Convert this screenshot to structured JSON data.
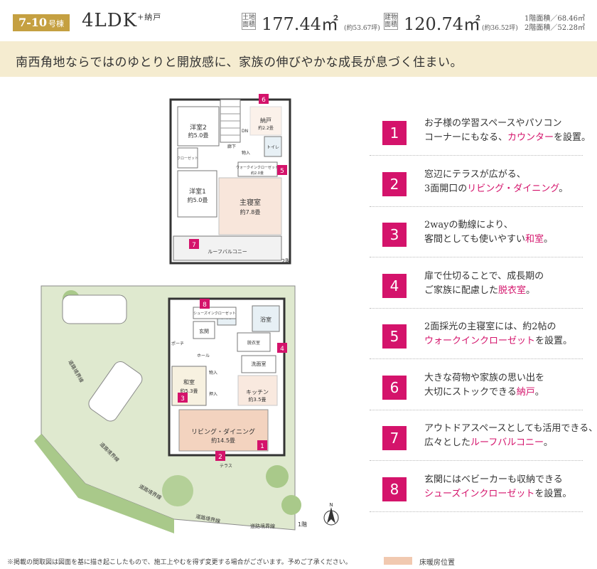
{
  "header": {
    "lot_label": "7-10",
    "lot_suffix": "号棟",
    "plan_type": "4LDK",
    "plan_extra": "+納戸",
    "land_label_1": "土地",
    "land_label_2": "面積",
    "land_area": "177.44㎡",
    "land_tsubo": "(約53.67坪)",
    "bldg_label_1": "建物",
    "bldg_label_2": "面積",
    "bldg_area": "120.74㎡",
    "bldg_tsubo": "(約36.52坪)",
    "floor1_area": "1階面積／68.46㎡",
    "floor2_area": "2階面積／52.28㎡"
  },
  "tagline": "南西角地ならではのゆとりと開放感に、家族の伸びやかな成長が息づく住まい。",
  "floor2": {
    "floor_label": "2階",
    "room_western2": "洋室2",
    "room_western2_size": "約5.0畳",
    "room_western1": "洋室1",
    "room_western1_size": "約5.0畳",
    "room_master": "主寝室",
    "room_master_size": "約7.8畳",
    "room_storage": "納戸",
    "room_storage_size": "約2.2畳",
    "closet": "クローゼット",
    "walk_in": "ウォークインクローゼット",
    "walk_in_size": "約2.0畳",
    "toilet": "トイレ",
    "hall": "廊下",
    "entry": "物入",
    "balcony": "ルーフバルコニー",
    "stair": "DN",
    "mark_6": "6",
    "mark_5": "5",
    "mark_7": "7"
  },
  "floor1": {
    "floor_label": "1階",
    "japanese_room": "和室",
    "japanese_size": "約5.3畳",
    "ldk": "リビング・ダイニング",
    "ldk_size": "約14.5畳",
    "kitchen": "キッチン",
    "kitchen_size": "約3.5畳",
    "bath": "浴室",
    "washroom": "洗面室",
    "dressing": "脱衣室",
    "entrance": "玄関",
    "hall": "ホール",
    "porch": "ポーチ",
    "terrace": "テラス",
    "shoe_closet": "シューズインクローゼット",
    "storage": "物入",
    "oshiire": "押入",
    "toilet": "トイレ",
    "road": "道路境界線",
    "mark_1": "1",
    "mark_2": "2",
    "mark_3": "3",
    "mark_4": "4",
    "mark_8": "8",
    "north": "N"
  },
  "features": [
    {
      "num": "1",
      "line1": "お子様の学習スペースやパソコン",
      "line2_pre": "コーナーにもなる、",
      "line2_em": "カウンター",
      "line2_post": "を設置。"
    },
    {
      "num": "2",
      "line1": "窓辺にテラスが広がる、",
      "line2_pre": "3面開口の",
      "line2_em": "リビング・ダイニング",
      "line2_post": "。"
    },
    {
      "num": "3",
      "line1": "2wayの動線により、",
      "line2_pre": "客間としても使いやすい",
      "line2_em": "和室",
      "line2_post": "。"
    },
    {
      "num": "4",
      "line1": "扉で仕切ることで、成長期の",
      "line2_pre": "ご家族に配慮した",
      "line2_em": "脱衣室",
      "line2_post": "。"
    },
    {
      "num": "5",
      "line1": "2面採光の主寝室には、約2帖の",
      "line2_pre": "",
      "line2_em": "ウォークインクローゼット",
      "line2_post": "を設置。"
    },
    {
      "num": "6",
      "line1": "大きな荷物や家族の思い出を",
      "line2_pre": "大切にストックできる",
      "line2_em": "納戸",
      "line2_post": "。"
    },
    {
      "num": "7",
      "line1": "アウトドアスペースとしても活用できる、",
      "line2_pre": "広々とした",
      "line2_em": "ルーフバルコニー",
      "line2_post": "。"
    },
    {
      "num": "8",
      "line1": "玄関にはベビーカーも収納できる",
      "line2_pre": "",
      "line2_em": "シューズインクローゼット",
      "line2_post": "を設置。"
    }
  ],
  "footer": {
    "note": "※掲載の間取図は図面を基に描き起こしたもので、施工上やむを得ず変更する場合がございます。予めご了承ください。",
    "legend": "床暖房位置"
  },
  "colors": {
    "accent": "#d4136b",
    "gold": "#c5a041",
    "tagline_bg": "#f5ecd0",
    "floor_heating": "#f1c9b0",
    "garden": "#a9c98a"
  }
}
